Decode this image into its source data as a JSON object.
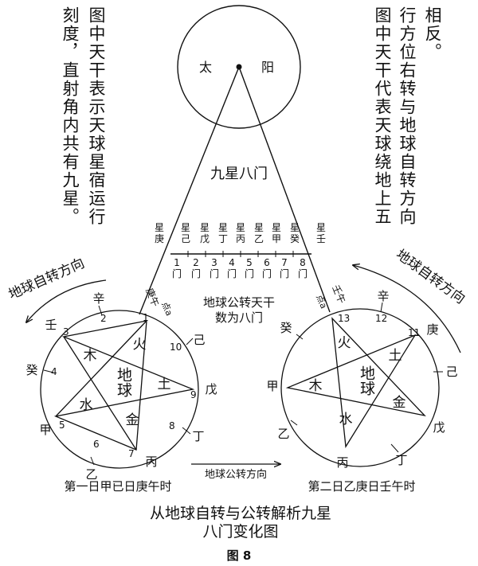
{
  "notes": {
    "left_col1": "图中天干表示天球星宿运行",
    "left_col2": "刻度，直射角内共有九星。",
    "right_col1": "相反。",
    "right_col2": "行方位右转与地球自转方向",
    "right_col3": "图中天干代表天球绕地上五"
  },
  "sun": {
    "left": "太",
    "right": "阳"
  },
  "cone_label": "九星八门",
  "stars": [
    {
      "top": "星",
      "bottom": "庚"
    },
    {
      "top": "星",
      "bottom": "己"
    },
    {
      "top": "星",
      "bottom": "戊"
    },
    {
      "top": "星",
      "bottom": "丁"
    },
    {
      "top": "星",
      "bottom": "丙"
    },
    {
      "top": "星",
      "bottom": "乙"
    },
    {
      "top": "星",
      "bottom": "甲"
    },
    {
      "top": "星",
      "bottom": "癸"
    },
    {
      "top": "星",
      "bottom": "壬"
    }
  ],
  "gates": [
    {
      "num": "1",
      "label": "门"
    },
    {
      "num": "2",
      "label": "门"
    },
    {
      "num": "3",
      "label": "门"
    },
    {
      "num": "4",
      "label": "门"
    },
    {
      "num": "5",
      "label": "门"
    },
    {
      "num": "6",
      "label": "门"
    },
    {
      "num": "7",
      "label": "门"
    },
    {
      "num": "8",
      "label": "门"
    }
  ],
  "center_note": {
    "line1": "地球公转天干",
    "line2": "数为八门"
  },
  "rotation_label": "地球自转方向",
  "revolution_label": "地球公转方向",
  "left_earth": {
    "center": "地球",
    "elements": {
      "fire": "火",
      "wood": "木",
      "earth": "土",
      "water": "水",
      "metal": "金"
    },
    "ray_label": "庚午",
    "point_label": "点a",
    "stems": [
      "辛",
      "壬",
      "癸",
      "甲",
      "乙",
      "丙",
      "丁",
      "戊",
      "己"
    ],
    "numbers": [
      "1",
      "2",
      "3",
      "4",
      "5",
      "6",
      "7",
      "8",
      "9",
      "10"
    ],
    "caption": "第一日甲已日庚午时"
  },
  "right_earth": {
    "center": "地球",
    "elements": {
      "fire": "火",
      "wood": "木",
      "earth": "土",
      "water": "水",
      "metal": "金"
    },
    "ray_label": "壬午",
    "point_label": "点a",
    "stems": [
      "辛",
      "庚",
      "己",
      "戊",
      "丁",
      "丙",
      "乙",
      "甲",
      "癸"
    ],
    "numbers": [
      "11",
      "12",
      "13"
    ],
    "caption": "第二日乙庚日壬午时"
  },
  "title": {
    "line1": "从地球自转与公转解析九星",
    "line2": "八门变化图"
  },
  "figure_label": "图 8"
}
